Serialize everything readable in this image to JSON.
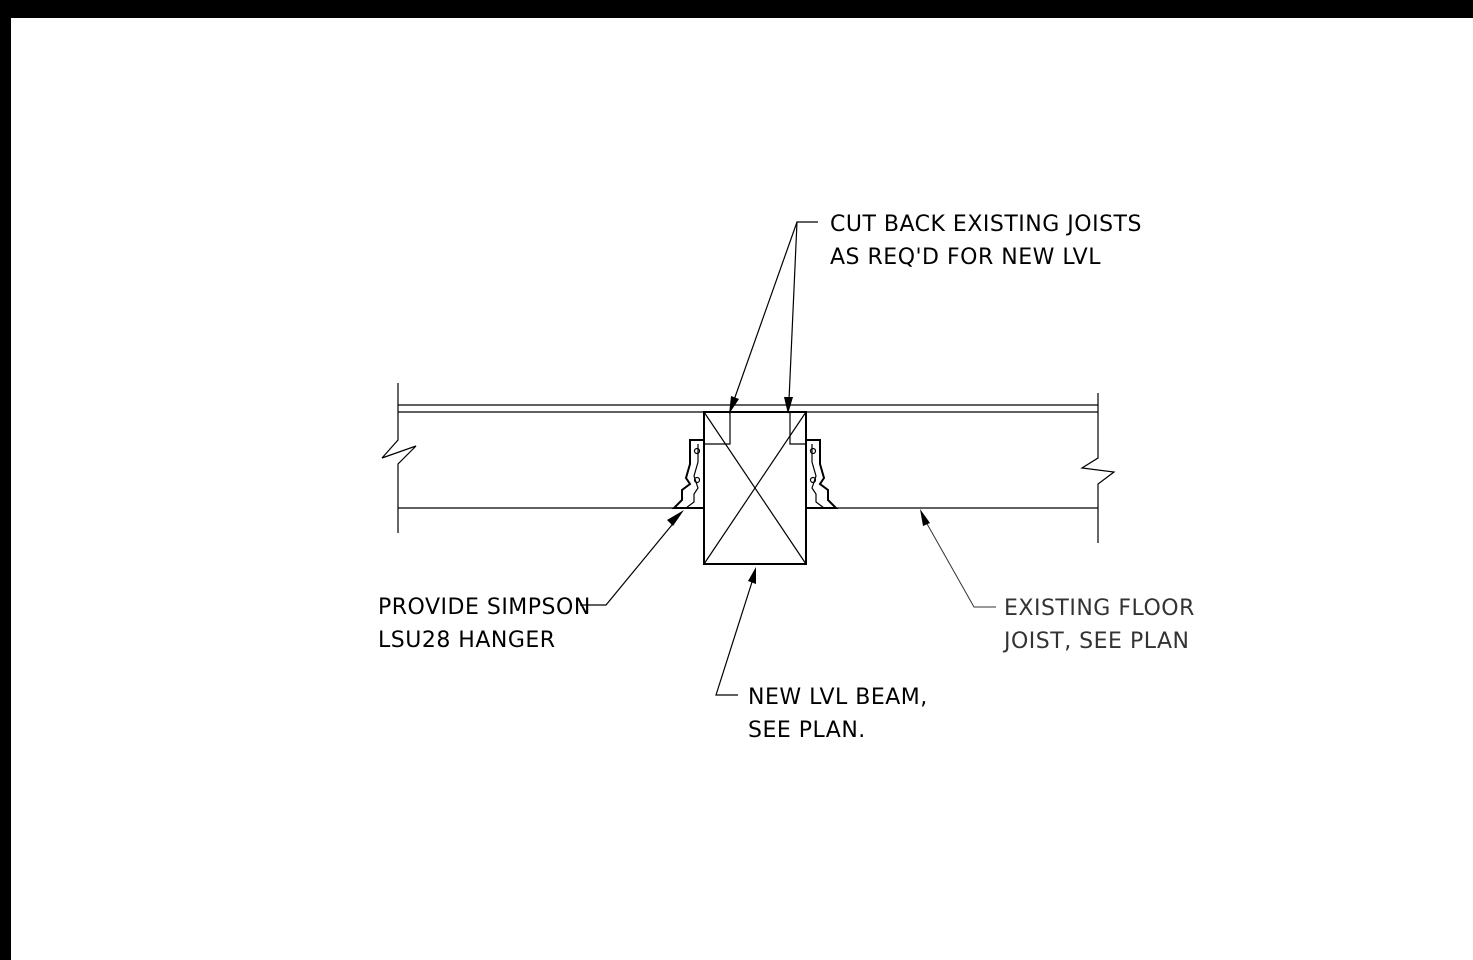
{
  "notes": {
    "cut_back": [
      "CUT BACK EXISTING JOISTS",
      "AS REQ'D FOR NEW LVL"
    ],
    "hanger": [
      "PROVIDE SIMPSON",
      "LSU28 HANGER"
    ],
    "lvl_beam": [
      "NEW LVL BEAM,",
      "SEE PLAN."
    ],
    "floor_joist": [
      "EXISTING FLOOR",
      "JOIST, SEE PLAN"
    ]
  }
}
